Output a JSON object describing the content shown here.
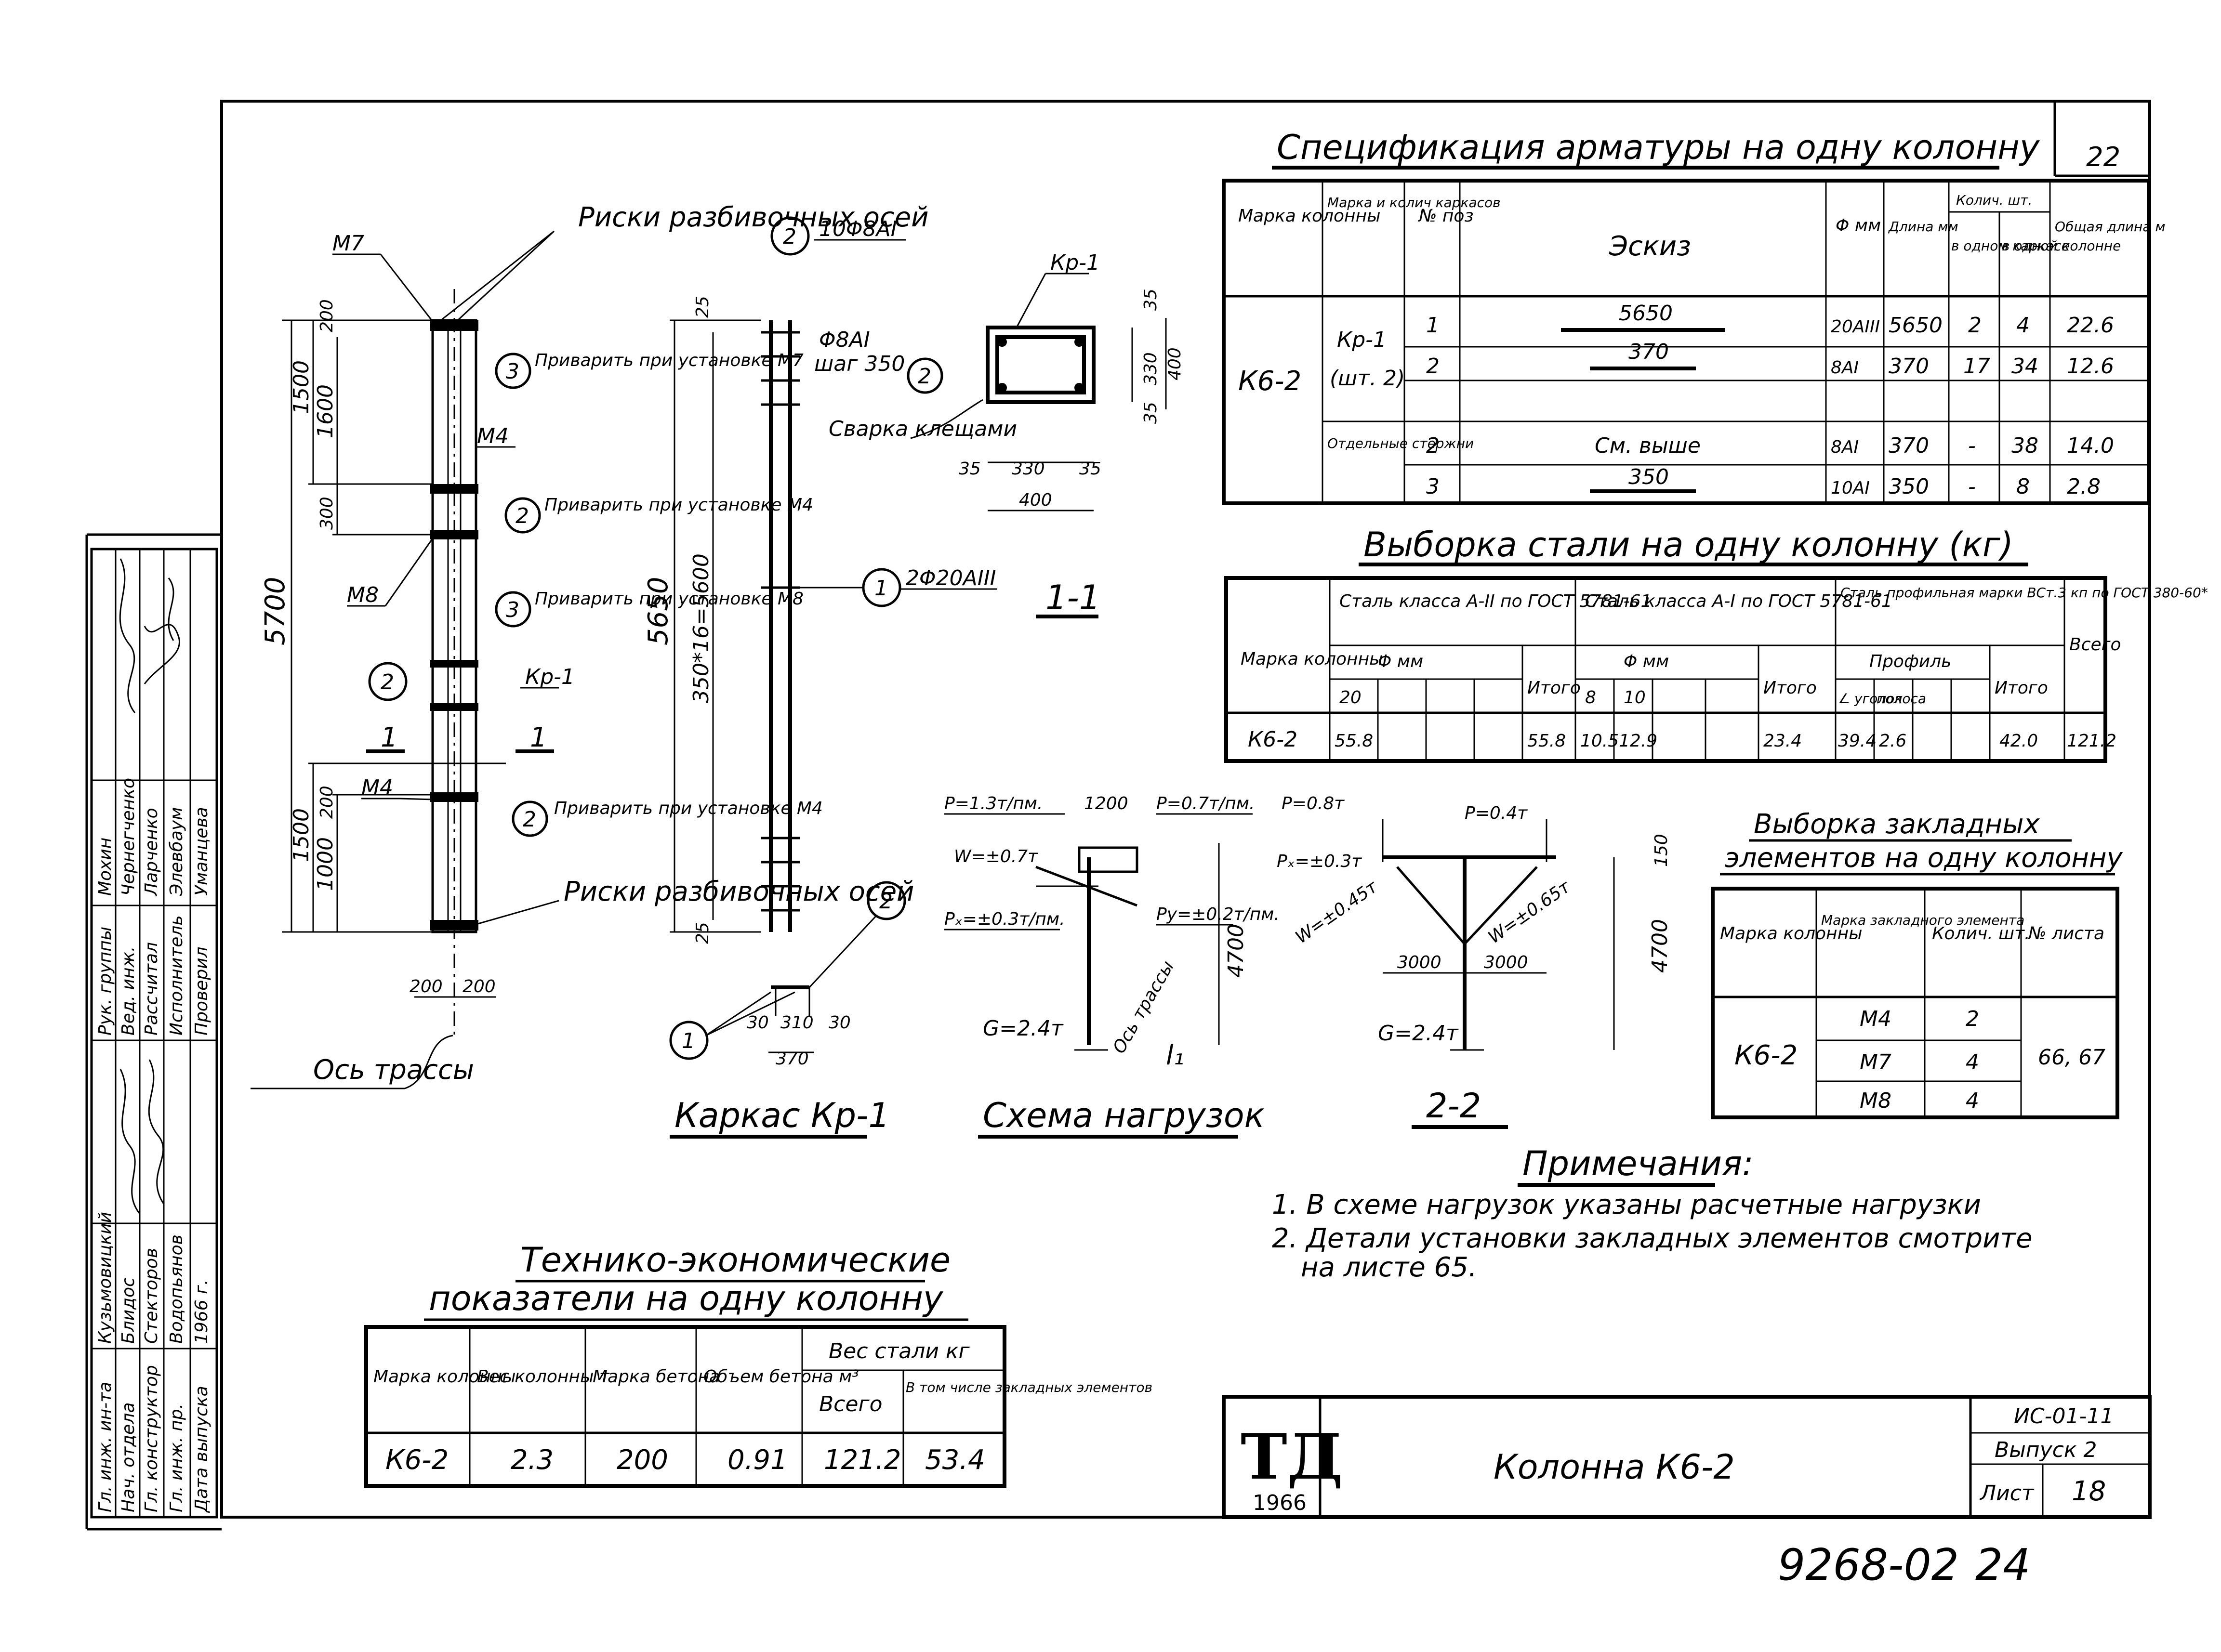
{
  "sheet": {
    "page_number": "22",
    "bottom_code": "9268-02",
    "bottom_page": "24"
  },
  "spec": {
    "title": "Спецификация арматуры на одну колонну",
    "headers": {
      "mark": "Марка колонны",
      "cage": "Марка и колич каркасов",
      "pos": "№ поз",
      "sketch": "Эскиз",
      "dia": "Φ мм",
      "length": "Длина мм",
      "qty": "Колич. шт.",
      "qty_one": "в одном каркасе",
      "qty_col": "в одной колонне",
      "total": "Общая длина м"
    },
    "column_mark": "К6-2",
    "cage_label": "Кр-1",
    "cage_qty": "(шт. 2)",
    "separate_label": "Отдельные стержни",
    "rows": [
      {
        "pos": "1",
        "sketch": "5650",
        "dia": "20АIII",
        "length": "5650",
        "qty_one": "2",
        "qty_col": "4",
        "total": "22.6"
      },
      {
        "pos": "2",
        "sketch": "370",
        "dia": "8АI",
        "length": "370",
        "qty_one": "17",
        "qty_col": "34",
        "total": "12.6"
      },
      {
        "pos": "2",
        "sketch": "См. выше",
        "dia": "8АI",
        "length": "370",
        "qty_one": "-",
        "qty_col": "38",
        "total": "14.0"
      },
      {
        "pos": "3",
        "sketch": "350",
        "dia": "10АI",
        "length": "350",
        "qty_one": "-",
        "qty_col": "8",
        "total": "2.8"
      }
    ]
  },
  "steel": {
    "title": "Выборка стали на одну колонну (кг)",
    "mark_header": "Марка колонны",
    "cls2": "Сталь класса А-II по ГОСТ 5781-61",
    "cls1": "Сталь класса А-I по ГОСТ 5781-61",
    "profile": "Сталь профильная марки ВСт.3 кп по ГОСТ 380-60*",
    "dia_mm": "Φ мм",
    "d20": "20",
    "d8": "8",
    "d10": "10",
    "total_lbl": "Итого",
    "grand_total": "Всего",
    "profile_lbl": "Профиль",
    "corner": "∠ уголок",
    "strip": "полоса",
    "row": {
      "mark": "К6-2",
      "a2_20": "55.8",
      "a2_total": "55.8",
      "a1_8": "10.5",
      "a1_10": "12.9",
      "a1_total": "23.4",
      "p1": "39.4",
      "p2": "2.6",
      "p_total": "42.0",
      "all": "121.2"
    }
  },
  "embedded": {
    "title1": "Выборка закладных",
    "title2": "элементов на одну колонну",
    "h_mark": "Марка колонны",
    "h_elem": "Марка закладного элемента",
    "h_qty": "Колич. шт.",
    "h_sheet": "№ листа",
    "column": "К6-2",
    "sheets": "66, 67",
    "rows": [
      {
        "elem": "М4",
        "qty": "2"
      },
      {
        "elem": "М7",
        "qty": "4"
      },
      {
        "elem": "М8",
        "qty": "4"
      }
    ]
  },
  "tech": {
    "title1": "Технико-экономические",
    "title2": "показатели на одну колонну",
    "h_mark": "Марка колонны",
    "h_weight": "Вес колонны т",
    "h_concrete": "Марка бетона",
    "h_volume": "Объем бетона м³",
    "h_steel": "Вес стали кг",
    "h_all": "Всего",
    "h_incl": "В том числе закладных элементов",
    "row": {
      "mark": "К6-2",
      "weight": "2.3",
      "concrete": "200",
      "volume": "0.91",
      "all": "121.2",
      "incl": "53.4"
    }
  },
  "notes": {
    "title": "Примечания:",
    "n1": "1. В схеме нагрузок указаны расчетные нагрузки",
    "n2a": "2. Детали установки закладных элементов смотрите",
    "n2b": "на листе 65."
  },
  "titleblock": {
    "logo": "ТД",
    "year": "1966",
    "name": "Колонна К6-2",
    "code": "ИС-01-11",
    "issue": "Выпуск 2",
    "sheet_lbl": "Лист",
    "sheet_no": "18"
  },
  "stamp": {
    "roles": [
      "Рук. группы",
      "Вед. инж.",
      "Рассчитал",
      "Исполнитель",
      "Проверил"
    ],
    "names": [
      "Мохин",
      "Чернегченко",
      "Ларченко",
      "Элевбаум",
      "Уманцева"
    ],
    "roles2": [
      "Гл. инж. ин-та",
      "Нач. отдела",
      "Гл. конструктор",
      "Гл. инж. пр.",
      "Дата выпуска"
    ],
    "names2": [
      "Кузьмовицкий",
      "Блидос",
      "Стекторов",
      "Водопьянов",
      "1966 г."
    ]
  },
  "drawing": {
    "risk_top": "Риски разбивочных осей",
    "risk_bot": "Риски разбивочных осей",
    "m7": "М7",
    "m4a": "М4",
    "m8": "М8",
    "m4b": "М4",
    "kr1": "Кр-1",
    "weld_m7": "Приварить при установке М7",
    "weld_m4a": "Приварить при установке М4",
    "weld_m8": "Приварить при установке М8",
    "weld_m4b": "Приварить при установке М4",
    "c2": "2",
    "c3": "3",
    "c1": "1",
    "sec1": "1",
    "axis": "Ось трассы",
    "d5700": "5700",
    "d1500a": "1500",
    "d1600": "1600",
    "d200a": "200",
    "d300": "300",
    "d1500b": "1500",
    "d1000": "1000",
    "d200b": "200",
    "w200a": "200",
    "w200b": "200",
    "frame_title": "Каркас Кр-1",
    "frame_bar2": "10Φ8АI",
    "frame_bar1": "2Φ20АIII",
    "frame_step1": "Φ8АI",
    "frame_step2": "шаг 350",
    "d5650": "5650",
    "d350x16": "350*16=5600",
    "d25a": "25",
    "d25b": "25",
    "weld": "Сварка клещами",
    "sec11": "1-1",
    "kr1b": "Кр-1",
    "s35a": "35",
    "s330": "330",
    "s35b": "35",
    "s400": "400",
    "s330v": "330",
    "s35c": "35",
    "s35d": "35",
    "s400v": "400",
    "b30a": "30",
    "b310": "310",
    "b30b": "30",
    "b370": "370",
    "load_title": "Схема нагрузок",
    "p13": "P=1.3т/пм.",
    "d1200": "1200",
    "p07": "P=0.7т/пм.",
    "w07": "W=±0.7т",
    "px03": "Pₓ=±0.3т/пм.",
    "py02": "Py=±0.2т/пм.",
    "h4700a": "4700",
    "g24a": "G=2.4т",
    "axis2": "Ось трассы",
    "e1": "l₁",
    "sec22": "2-2",
    "p08": "P=0.8т",
    "p04": "P=0.4т",
    "px03b": "Pₓ=±0.3т",
    "w045": "W=±0.45т",
    "w065": "W=±0.65т",
    "d3000a": "3000",
    "d3000b": "3000",
    "h4700b": "4700",
    "h150": "150",
    "g24b": "G=2.4т"
  }
}
